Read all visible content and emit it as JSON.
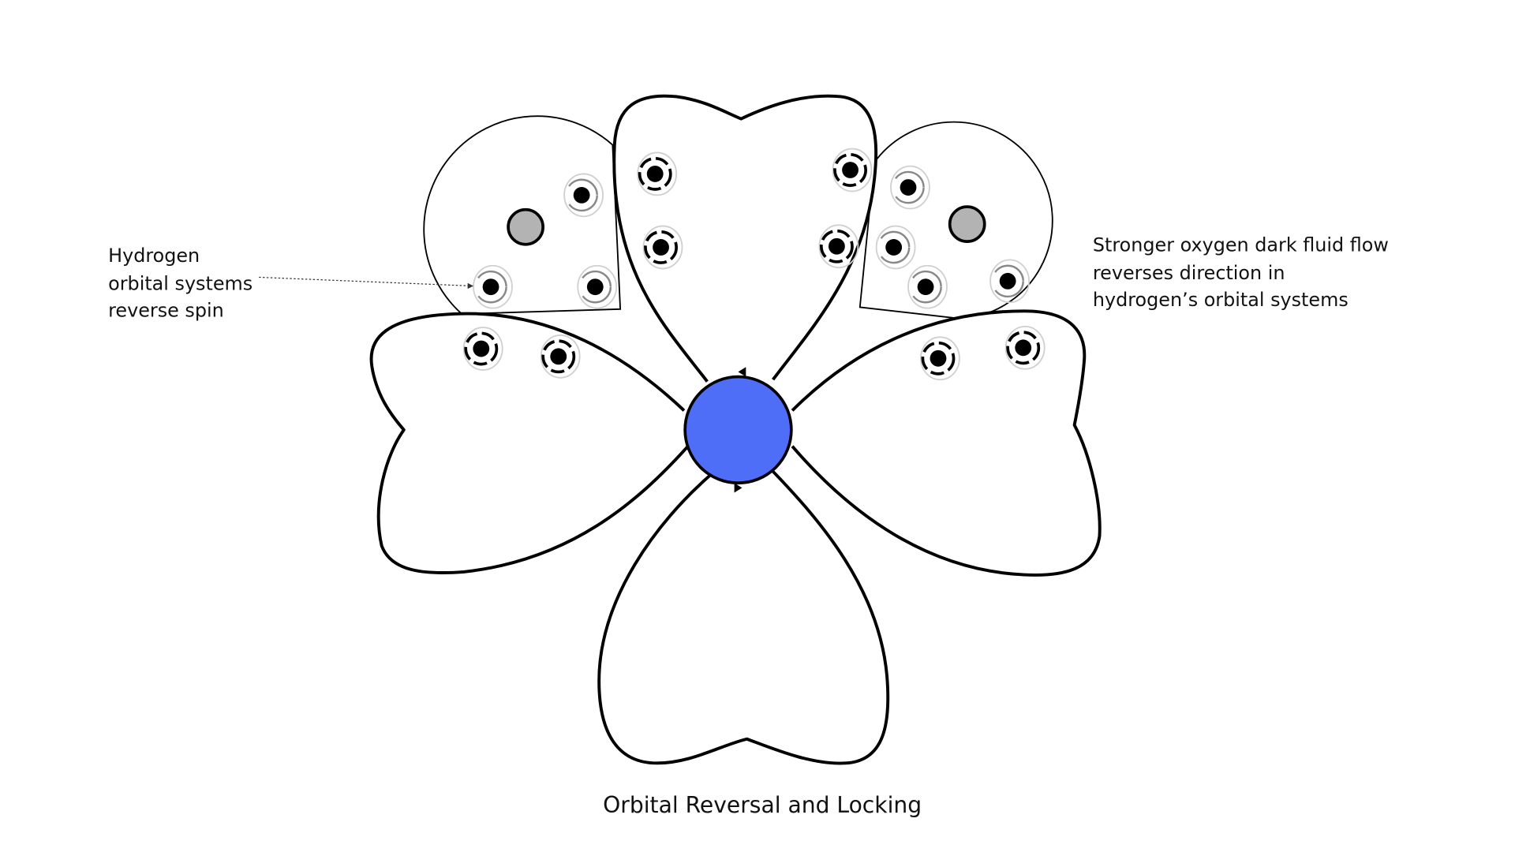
{
  "labels": {
    "left": [
      "Hydrogen",
      "orbital systems",
      "reverse spin"
    ],
    "right": [
      "Stronger oxygen dark fluid flow",
      "reverses direction in",
      "hydrogen’s orbital systems"
    ]
  },
  "caption": "Orbital Reversal and Locking",
  "colors": {
    "center": "#4f6ef7",
    "outer_nucleus": "#b3b3b3",
    "ink": "#000000",
    "light_orbit": "#cfcfcf"
  }
}
